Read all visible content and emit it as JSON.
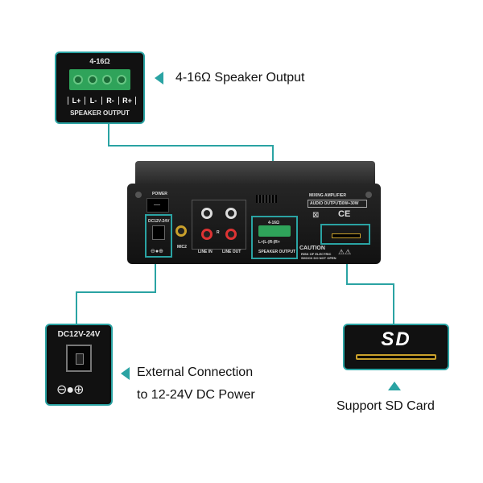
{
  "captions": {
    "speaker_output": "4-16Ω Speaker Output",
    "dc_power_line1": "External Connection",
    "dc_power_line2": "to 12-24V DC Power",
    "sd_card": "Support SD Card"
  },
  "speaker_callout": {
    "impedance": "4-16Ω",
    "pins": [
      "L+",
      "L-",
      "R-",
      "R+"
    ],
    "label": "SPEAKER OUTPUT"
  },
  "dc_callout": {
    "label": "DC12V-24V"
  },
  "sd_callout": {
    "logo": "SD"
  },
  "device": {
    "power_label": "POWER",
    "dc_label": "DC12V-24V",
    "mic_label": "MIC2",
    "line_in_label": "LINE IN",
    "line_out_label": "LINE OUT",
    "r_marker": "R",
    "speaker_impedance": "4-16Ω",
    "speaker_pins": [
      "L+",
      "L-",
      "R-",
      "R+"
    ],
    "speaker_label": "SPEAKER OUTPUT",
    "mixing_title": "MIXING AMPLIFIER",
    "audio_output_label": "AUDIO OUTPUT",
    "audio_output_value": "30W+30W",
    "ce_mark": "CE",
    "caution_title": "CAUTION",
    "caution_line1": "RISK OF ELECTRIC",
    "caution_line2": "SHOCK DO NOT OPEN"
  },
  "colors": {
    "accent": "#2aa3a3",
    "terminal_green": "#2fa35a",
    "chassis": "#1a1a1a"
  }
}
